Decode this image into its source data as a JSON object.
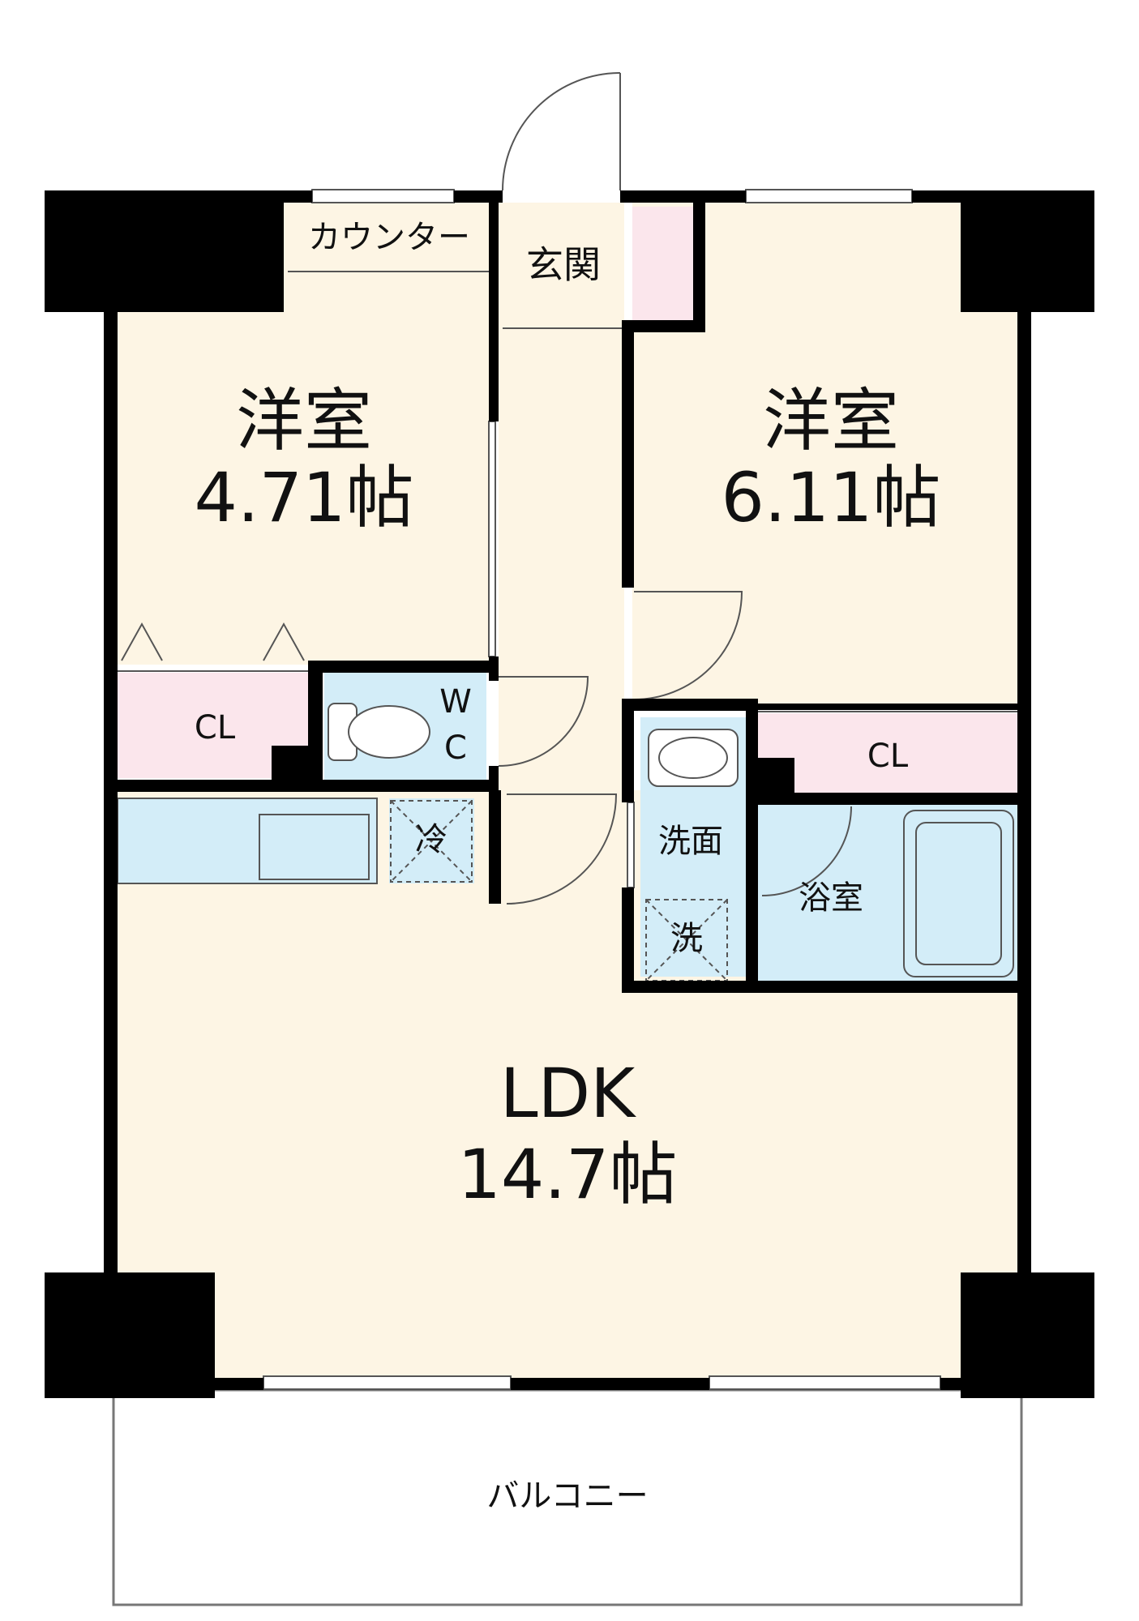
{
  "rooms": {
    "western_left": {
      "name": "洋室",
      "area": "4.71帖"
    },
    "western_right": {
      "name": "洋室",
      "area": "6.11帖"
    },
    "ldk": {
      "name": "LDK",
      "area": "14.7帖"
    },
    "entrance": "玄関",
    "counter": "カウンター",
    "closet_left": "CL",
    "closet_right": "CL",
    "toilet_w": "W",
    "toilet_c": "C",
    "fridge": "冷",
    "washroom": "洗面",
    "washer": "洗",
    "bathroom": "浴室",
    "balcony": "バルコニー"
  },
  "colors": {
    "floor": "#FDF5E4",
    "closet": "#FBE6EC",
    "wet_area": "#D3EDF8",
    "wall": "#000000"
  }
}
